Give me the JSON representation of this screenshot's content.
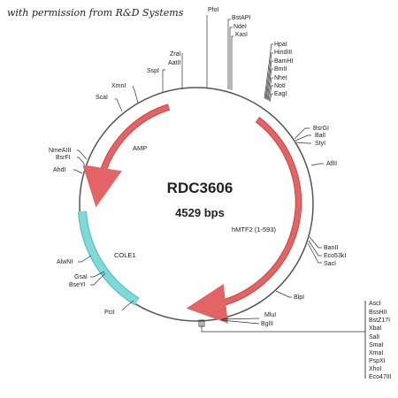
{
  "credit": "with permission from R&D Systems",
  "plasmid": {
    "name": "RDC3606",
    "size": "4529 bps"
  },
  "colors": {
    "amp": "#e36464",
    "hmtf2": "#e36464",
    "cole1": "#7fd9d9",
    "backbone": "#555555"
  },
  "features": {
    "amp": "AMP",
    "hmtf2": "hMTF2 (1-593)",
    "cole1": "COLE1"
  },
  "sites": {
    "pfoi": "PfoI",
    "bstapi": "BstAPI",
    "ndei": "NdeI",
    "kasi": "KasI",
    "hpai": "HpaI",
    "hindiii": "HindIII",
    "bamhi": "BamHI",
    "bmti": "BmtI",
    "nhei": "NheI",
    "noti": "NotI",
    "eagi": "EagI",
    "zrai": "ZraI",
    "aatii": "AatII",
    "sspi": "SspI",
    "xmni": "XmnI",
    "scai": "ScaI",
    "nmeaiii": "NmeAIII",
    "bsrfi": "BsrFI",
    "ahdi": "AhdI",
    "bsrgi": "BsrGI",
    "bali": "BalI",
    "styi": "StyI",
    "aflii": "AflII",
    "banii": "BanII",
    "eco53ki": "Eco53kI",
    "saci": "SacI",
    "alwni": "AlwNI",
    "gsai": "GsaI",
    "bseyi": "BseYI",
    "pcii": "PciI",
    "blpi": "BlpI",
    "mlui": "MluI",
    "bglii": "BglII",
    "asci": "AscI",
    "bsshii": "BssHII",
    "bstz17i": "BstZ17I",
    "xbai": "XbaI",
    "sali": "SalI",
    "smai": "SmaI",
    "xmai": "XmaI",
    "pspxi": "PspXI",
    "xhoi": "XhoI",
    "eco47iii": "Eco47III"
  }
}
